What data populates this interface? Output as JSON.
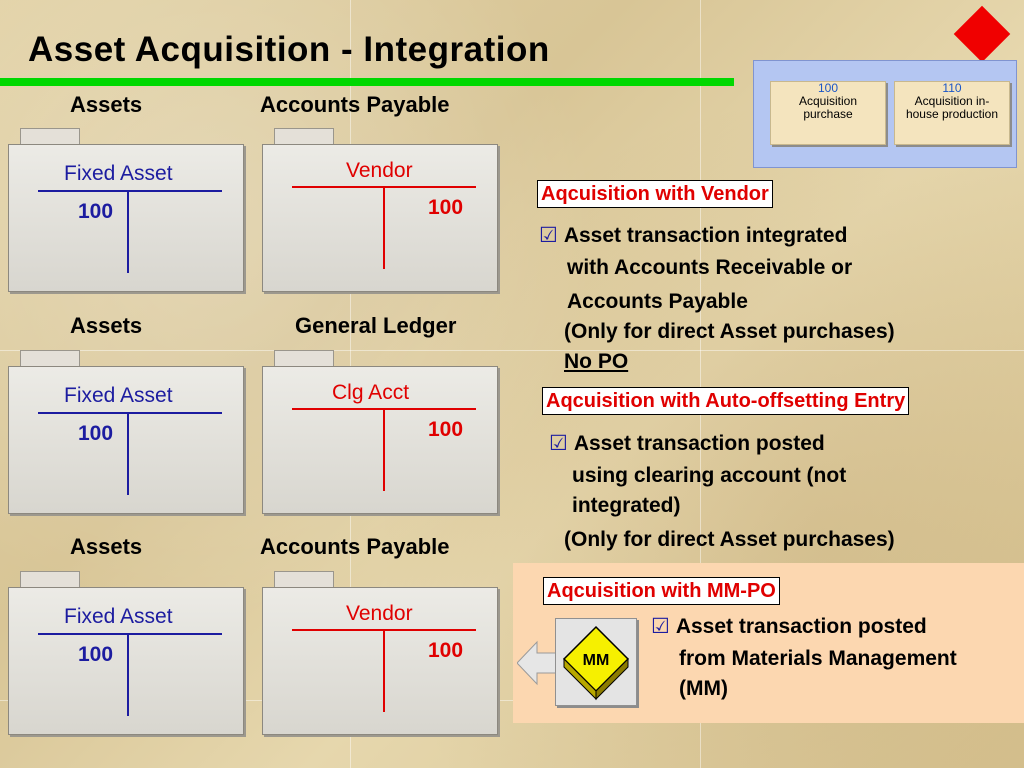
{
  "title": "Asset Acquisition - Integration",
  "mini": {
    "left": {
      "number": "100",
      "label": "Acquisition purchase"
    },
    "right": {
      "number": "110",
      "label": "Acquisition in-house production"
    }
  },
  "rows": [
    {
      "left_header": "Assets",
      "right_header": "Accounts Payable",
      "left_account": {
        "label": "Fixed Asset",
        "value": "100"
      },
      "right_account": {
        "label": "Vendor",
        "value": "100"
      }
    },
    {
      "left_header": "Assets",
      "right_header": "General Ledger",
      "left_account": {
        "label": "Fixed Asset",
        "value": "100"
      },
      "right_account": {
        "label": "Clg Acct",
        "value": "100"
      }
    },
    {
      "left_header": "Assets",
      "right_header": "Accounts Payable",
      "left_account": {
        "label": "Fixed Asset",
        "value": "100"
      },
      "right_account": {
        "label": "Vendor",
        "value": "100"
      }
    }
  ],
  "sections": [
    {
      "heading": "Aqcuisition with Vendor",
      "bullet_lines": [
        "Asset transaction integrated",
        "with Accounts Receivable or",
        "Accounts Payable"
      ],
      "note": "(Only for direct Asset purchases)",
      "extra": "No PO"
    },
    {
      "heading": "Aqcuisition with Auto-offsetting Entry",
      "bullet_lines": [
        "Asset transaction posted",
        "using clearing account (not",
        "integrated)"
      ],
      "note": "(Only for direct Asset purchases)"
    },
    {
      "heading": "Aqcuisition with MM-PO",
      "bullet_lines": [
        "Asset transaction posted",
        "from Materials Management",
        "(MM)"
      ],
      "icon_label": "MM"
    }
  ],
  "colors": {
    "accent_green": "#00d800",
    "red": "#e00000",
    "blue": "#1c1ca0",
    "mm_panel": "#fcd7b0",
    "mini_panel": "#b4c6f2"
  },
  "icons": {
    "bullet": "checkbox-icon",
    "diamond": "red-diamond-icon",
    "mm": "mm-cube-icon",
    "arrow": "left-arrow-icon"
  }
}
